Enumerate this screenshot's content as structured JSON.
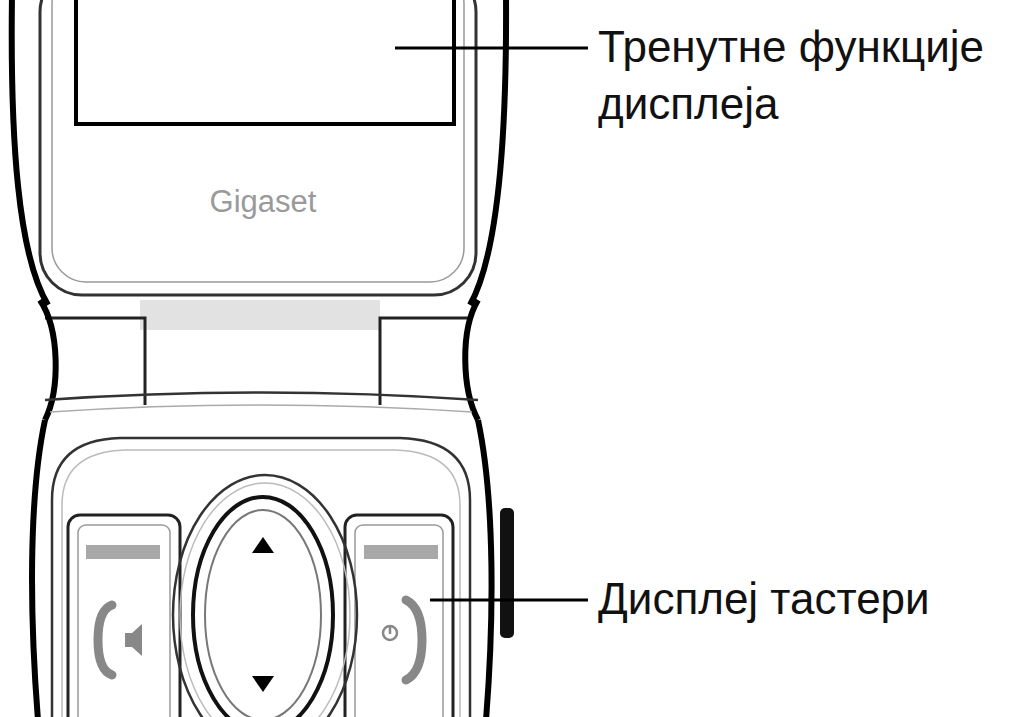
{
  "diagram": {
    "labels": [
      "Gigaset",
      "Тренутне функције дисплеја",
      "Дисплеј тастери"
    ]
  }
}
